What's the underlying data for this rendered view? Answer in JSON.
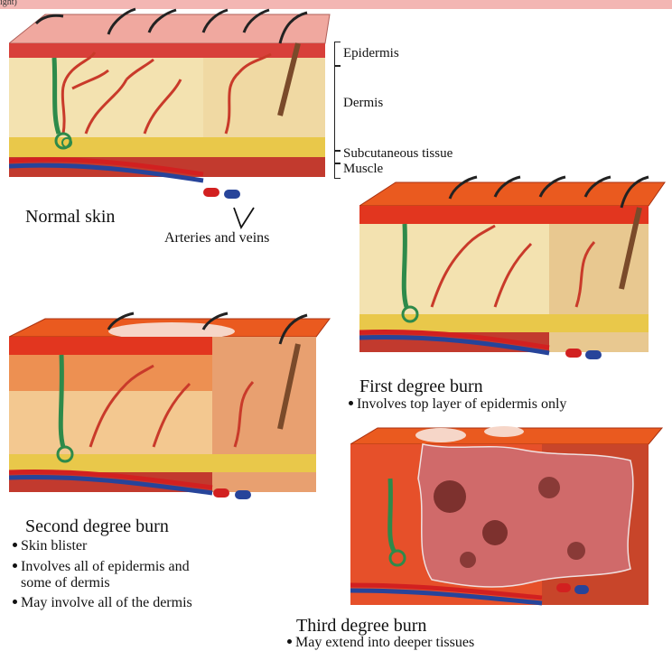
{
  "page": {
    "corner_text": "ight)"
  },
  "normal_skin": {
    "title": "Normal skin",
    "layers": [
      "Epidermis",
      "Dermis",
      "Subcutaneous tissue",
      "Muscle"
    ],
    "vessels_label": "Arteries and veins"
  },
  "first_degree": {
    "title": "First degree burn",
    "bullets": [
      "Involves top layer of epidermis only"
    ]
  },
  "second_degree": {
    "title": "Second degree burn",
    "bullets": [
      "Skin blister",
      "Involves all of epidermis and",
      "some of dermis",
      "May involve all of the dermis"
    ]
  },
  "third_degree": {
    "title": "Third degree burn",
    "bullets": [
      "May extend into deeper tissues"
    ]
  },
  "colors": {
    "skin_top": "#f0a89f",
    "epidermis_red": "#d8403a",
    "dermis": "#f3e2b0",
    "fat": "#e9c84a",
    "muscle": "#b8262b",
    "artery": "#d22020",
    "vein": "#27449a",
    "nerve": "#2e8a4a",
    "hair": "#222222",
    "burn_orange": "#ea5a1f",
    "char": "#5a1a16"
  }
}
